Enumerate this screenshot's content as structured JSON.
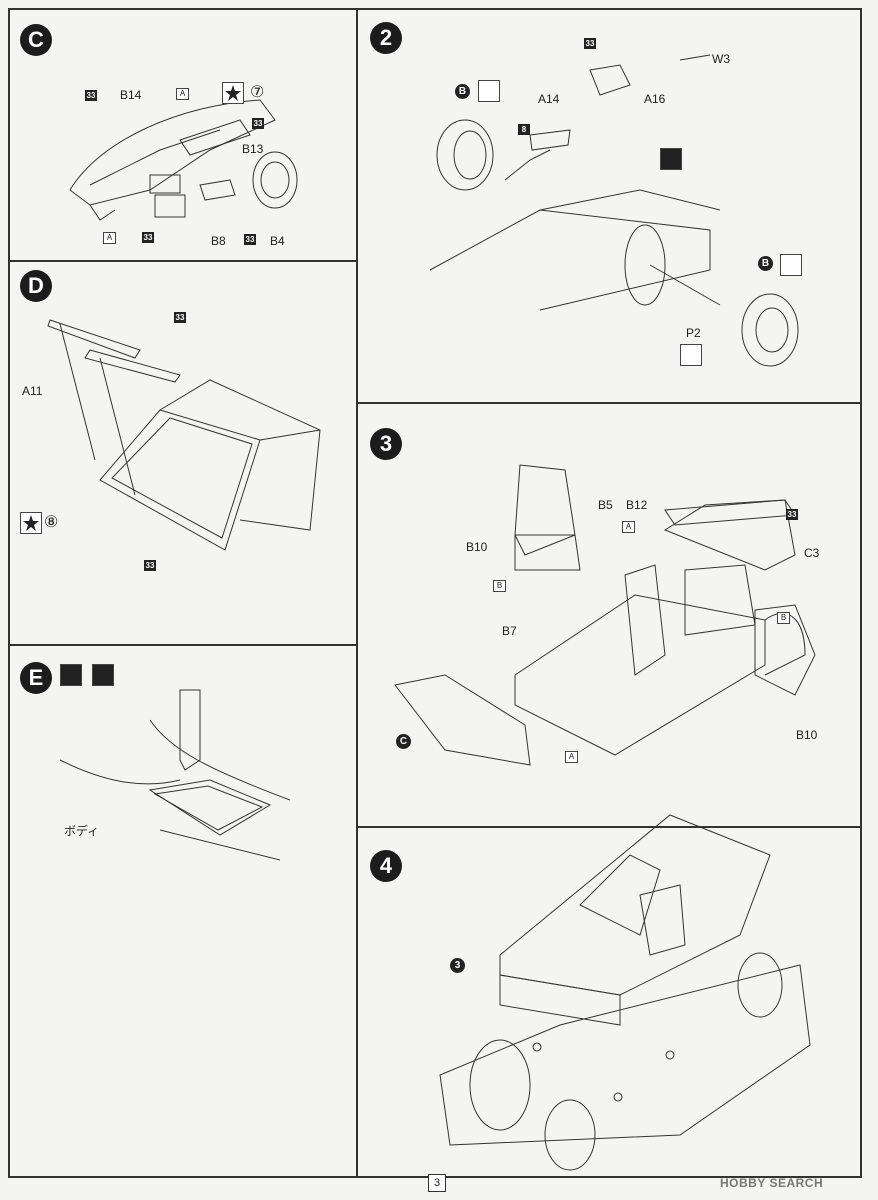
{
  "page": {
    "number": "3",
    "watermark": "HOBBY SEARCH"
  },
  "steps": {
    "C": {
      "badge": "C",
      "labels": {
        "b14": "B14",
        "b13": "B13",
        "b8": "B8",
        "b4": "B4",
        "a": "A",
        "a2": "A",
        "star_num": "⑦"
      },
      "color_code": "33"
    },
    "D": {
      "badge": "D",
      "labels": {
        "a11": "A11",
        "star_num": "⑧"
      },
      "color_code": "33"
    },
    "E": {
      "badge": "E",
      "labels": {
        "body": "ボディ"
      }
    },
    "s2": {
      "badge": "2",
      "labels": {
        "w3": "W3",
        "a14": "A14",
        "a16": "A16",
        "p2": "P2",
        "b": "B",
        "b2": "B"
      },
      "color_code": "33",
      "color_code_8": "8"
    },
    "s3": {
      "badge": "3",
      "labels": {
        "b5": "B5",
        "b12": "B12",
        "b10": "B10",
        "b10b": "B10",
        "b7": "B7",
        "c3": "C3",
        "c": "C",
        "a": "A",
        "a2": "A",
        "b": "B",
        "b2": "B"
      },
      "color_code": "33"
    },
    "s4": {
      "badge": "4",
      "labels": {
        "ref3": "3"
      }
    }
  },
  "colors": {
    "ink": "#222222",
    "paper": "#f4f4f2"
  }
}
